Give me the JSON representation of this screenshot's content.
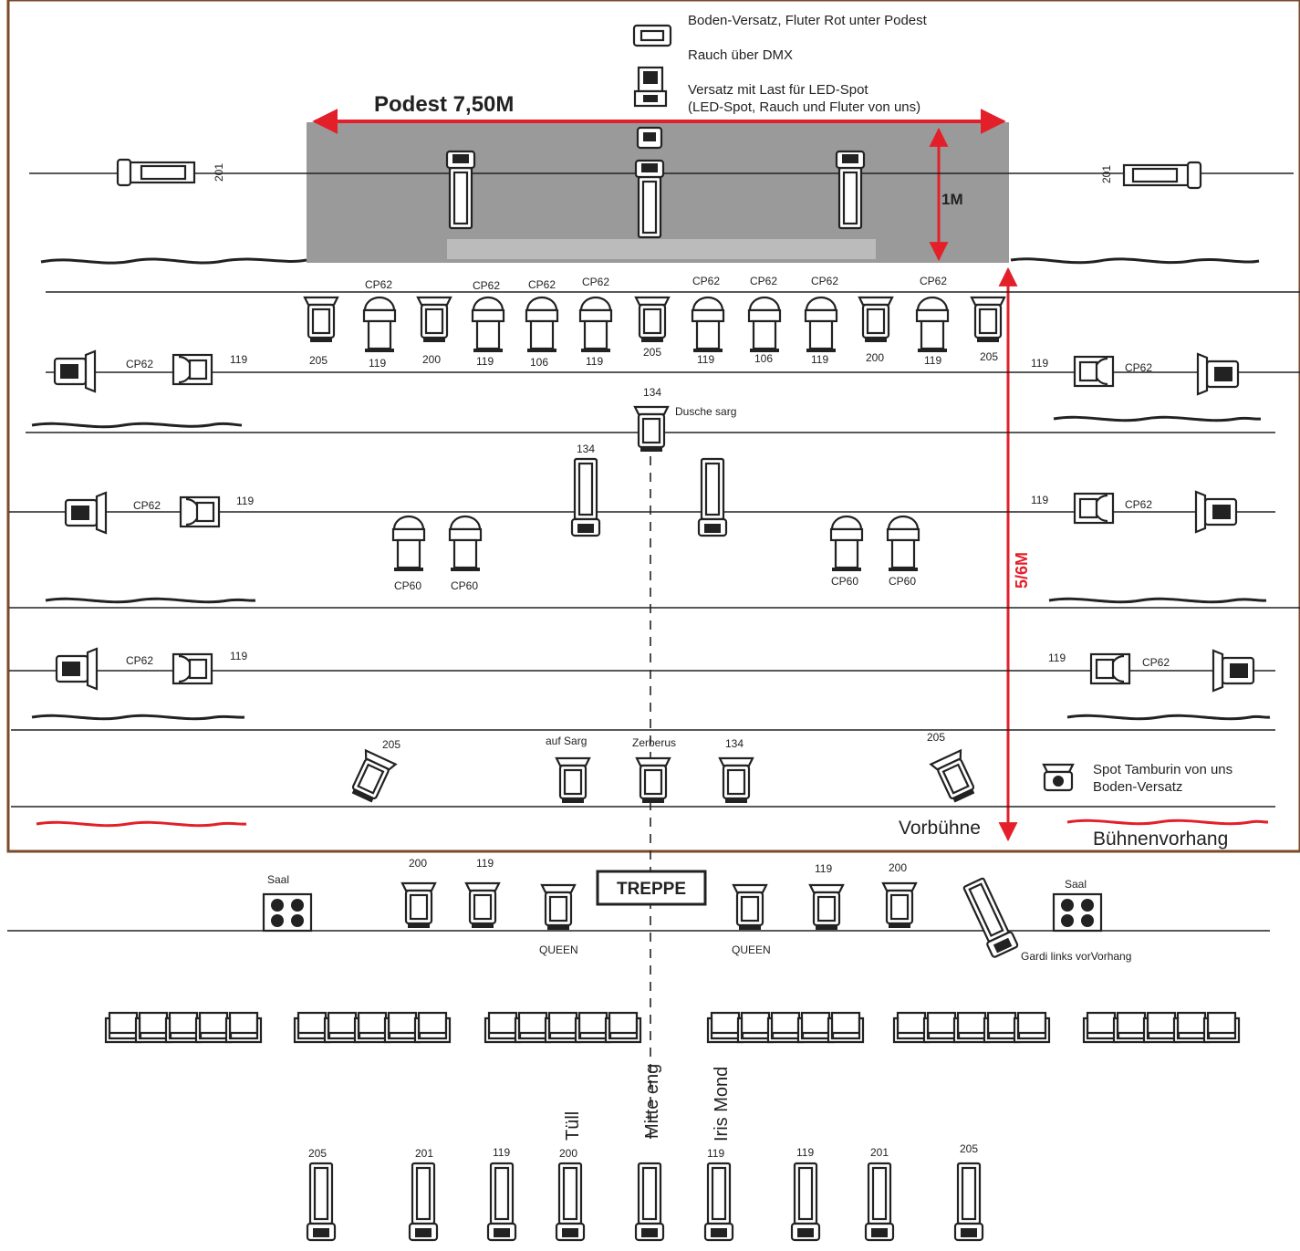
{
  "colors": {
    "accent": "#e3202a",
    "ink": "#222222",
    "podest": "#9a9a9a",
    "frame": "#7a4a2a"
  },
  "legend": {
    "item1": "Boden-Versatz, Fluter Rot unter Podest",
    "item2": "Rauch über DMX",
    "item3_line1": "Versatz mit Last für LED-Spot",
    "item3_line2": "(LED-Spot, Rauch und Fluter von uns)"
  },
  "podest": {
    "title": "Podest 7,50M",
    "depth": "1M",
    "stage_depth": "5/6M"
  },
  "labels": {
    "dusche_sarg": "Dusche sarg",
    "auf_sarg": "auf Sarg",
    "zerberus": "Zerberus",
    "spot_tamburin_1": "Spot Tamburin von uns",
    "spot_tamburin_2": "Boden-Versatz",
    "vorbuehne": "Vorbühne",
    "buehnenvorhang": "Bühnenvorhang",
    "treppe": "TREPPE",
    "saal": "Saal",
    "queen": "QUEEN",
    "gardi": "Gardi links vorVorhang",
    "tuell": "Tüll",
    "mitte_eng": "Mitte eng",
    "iris_mond": "Iris Mond"
  },
  "fixtures": {
    "row0": [
      "201",
      "201"
    ],
    "row1": [
      {
        "top": "",
        "bottom": "205"
      },
      {
        "top": "CP62",
        "bottom": "119"
      },
      {
        "top": "",
        "bottom": "200"
      },
      {
        "top": "CP62",
        "bottom": "119"
      },
      {
        "top": "CP62",
        "bottom": "106"
      },
      {
        "top": "CP62",
        "bottom": "119"
      },
      {
        "top": "",
        "bottom": "205"
      },
      {
        "top": "CP62",
        "bottom": "119"
      },
      {
        "top": "CP62",
        "bottom": "106"
      },
      {
        "top": "CP62",
        "bottom": "119"
      },
      {
        "top": "",
        "bottom": "200"
      },
      {
        "top": "CP62",
        "bottom": "119"
      },
      {
        "top": "",
        "bottom": "205"
      }
    ],
    "side_cp62": "CP62",
    "side_119": "119",
    "center_134": "134",
    "cp60": "CP60",
    "front_row": [
      "205",
      "134",
      "205"
    ],
    "saal_row": [
      "200",
      "119",
      "119",
      "200"
    ],
    "foh_row": [
      "205",
      "201",
      "119",
      "200",
      "119",
      "119",
      "201",
      "205"
    ]
  }
}
